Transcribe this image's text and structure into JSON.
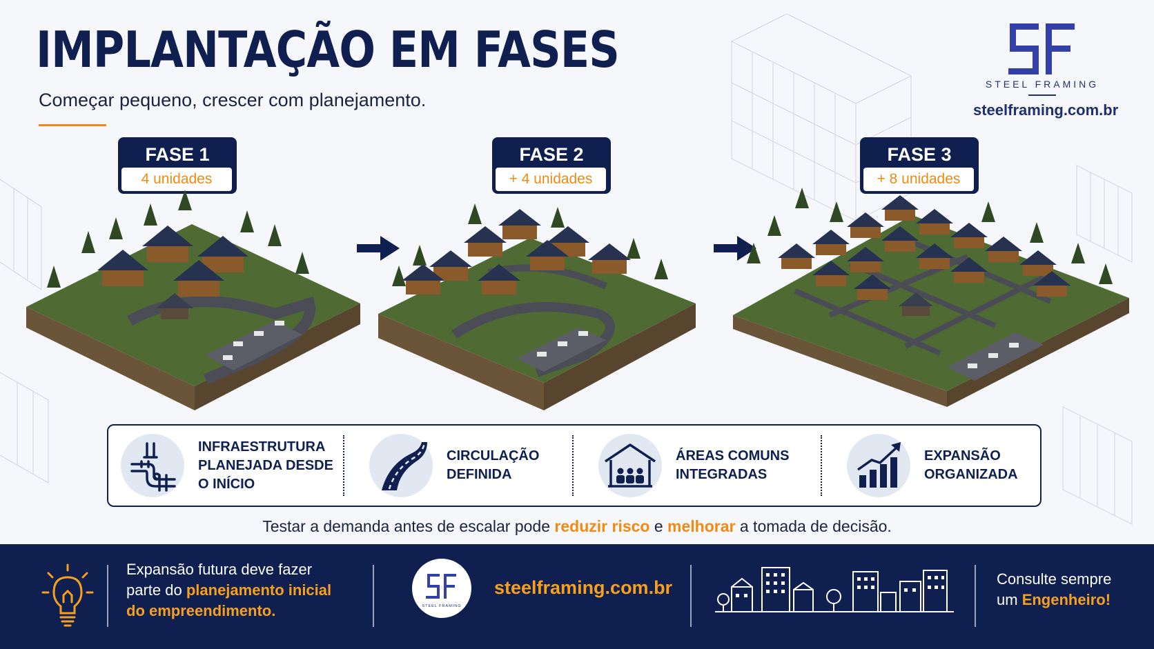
{
  "header": {
    "title": "IMPLANTAÇÃO EM FASES",
    "subtitle": "Começar pequeno, crescer com planejamento."
  },
  "logo": {
    "mark": "SF",
    "brand": "STEEL FRAMING",
    "url": "steelframing.com.br"
  },
  "phases": [
    {
      "title": "FASE 1",
      "units": "4 unidades",
      "image": "isometric-condominium-4-houses"
    },
    {
      "title": "FASE 2",
      "units": "+ 4 unidades",
      "image": "isometric-condominium-8-houses"
    },
    {
      "title": "FASE 3",
      "units": "+ 8 unidades",
      "image": "isometric-condominium-16-houses"
    }
  ],
  "features": [
    {
      "icon": "pipes-icon",
      "label": "INFRAESTRUTURA\nPLANEJADA DESDE\nO INÍCIO"
    },
    {
      "icon": "road-icon",
      "label": "CIRCULAÇÃO\nDEFINIDA"
    },
    {
      "icon": "pavilion-people-icon",
      "label": "ÁREAS COMUNS\nINTEGRADAS"
    },
    {
      "icon": "growth-chart-icon",
      "label": "EXPANSÃO\nORGANIZADA"
    }
  ],
  "tagline": {
    "part1": "Testar a demanda antes de escalar pode ",
    "hl1": "reduzir risco",
    "part2": " e ",
    "hl2": "melhorar",
    "part3": " a tomada de decisão."
  },
  "footer": {
    "icon": "lightbulb-icon",
    "text_plain": "Expansão futura deve fazer\nparte do ",
    "text_highlight": "planejamento inicial\ndo empreendimento.",
    "logo_mark": "SF",
    "logo_small": "STEEL FRAMING",
    "url": "steelframing.com.br",
    "city_icon": "city-skyline-icon",
    "consult_plain": "Consulte sempre\num ",
    "consult_highlight": "Engenheiro!"
  },
  "colors": {
    "navy": "#0f1f4f",
    "orange": "#f08a14",
    "brand_blue": "#1f2f6e"
  }
}
